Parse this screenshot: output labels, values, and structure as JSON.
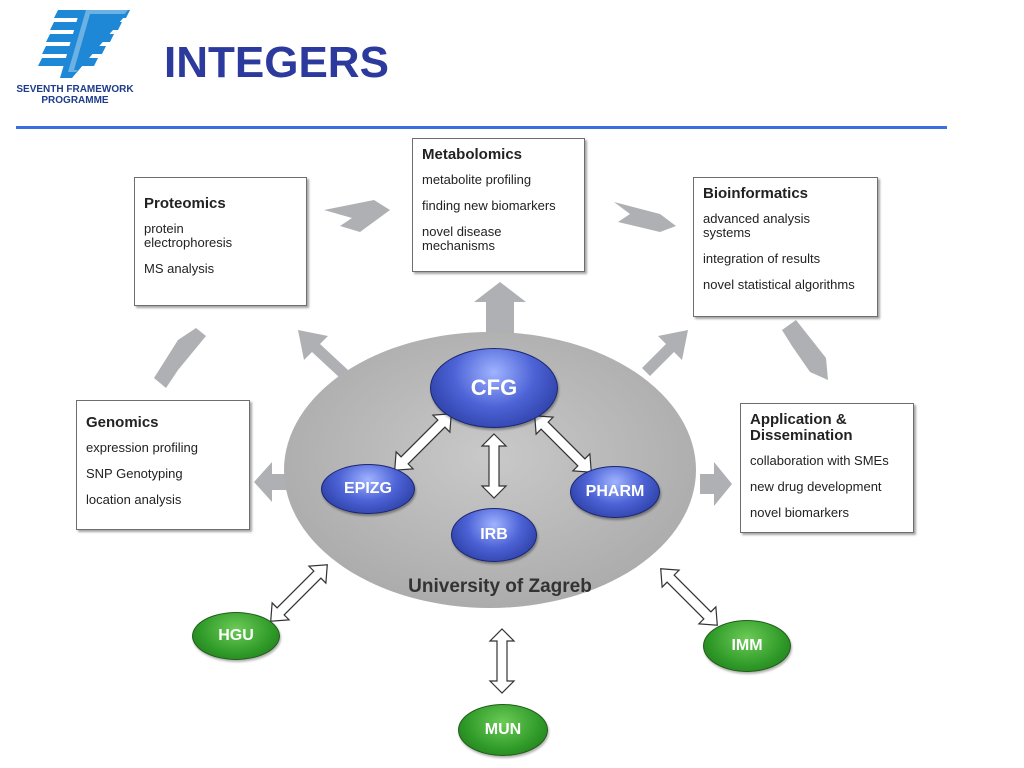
{
  "logo": {
    "line1": "SEVENTH FRAMEWORK",
    "line2": "PROGRAMME"
  },
  "title": "INTEGERS",
  "colors": {
    "title": "#2b3a9c",
    "rule": "#3b6ee0",
    "ellipse": "#b8b8b8",
    "arrow": "#aeb0b3",
    "node_blue": "#3b4fc4",
    "node_green": "#2f9a28",
    "logo": "#1e88d6"
  },
  "boxes": {
    "metabolomics": {
      "title": "Metabolomics",
      "items": [
        "metabolite profiling",
        "finding new biomarkers",
        "novel disease mechanisms"
      ]
    },
    "proteomics": {
      "title": "Proteomics",
      "items": [
        "protein electrophoresis",
        "MS analysis"
      ]
    },
    "bioinformatics": {
      "title": "Bioinformatics",
      "items": [
        "advanced analysis systems",
        "integration of results",
        "novel statistical algorithms"
      ]
    },
    "genomics": {
      "title": "Genomics",
      "items": [
        "expression profiling",
        "SNP Genotyping",
        "location analysis"
      ]
    },
    "application": {
      "title": "Application & Dissemination",
      "items": [
        "collaboration with SMEs",
        "new drug development",
        "novel biomarkers"
      ]
    }
  },
  "center": {
    "label": "University of Zagreb"
  },
  "nodes": {
    "cfg": "CFG",
    "epizg": "EPIZG",
    "irb": "IRB",
    "pharm": "PHARM",
    "hgu": "HGU",
    "mun": "MUN",
    "imm": "IMM"
  }
}
